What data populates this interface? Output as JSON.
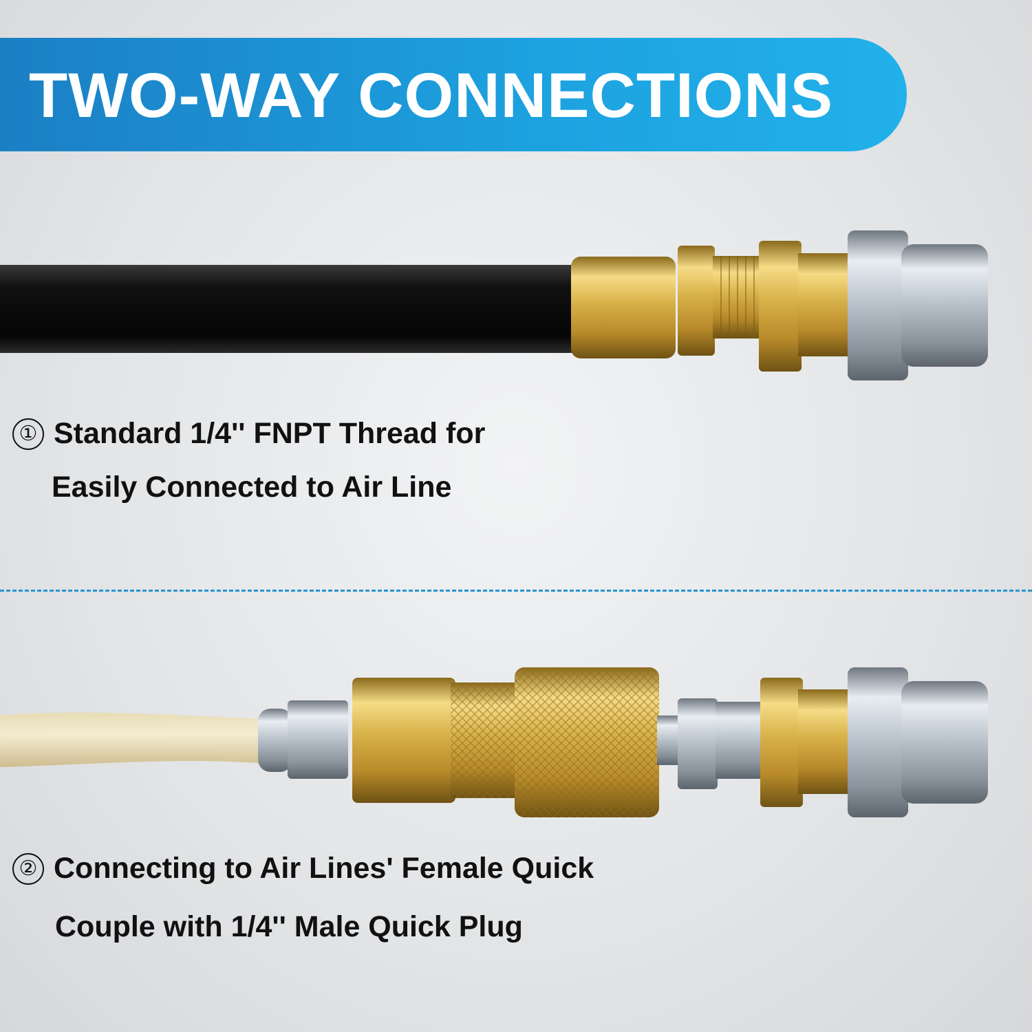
{
  "banner": {
    "title": "TWO-WAY CONNECTIONS",
    "color": "#1da2e0"
  },
  "features": [
    {
      "number": "①",
      "line1": "Standard 1/4'' FNPT Thread for",
      "line2": "Easily Connected to Air Line"
    },
    {
      "number": "②",
      "line1": "Connecting to Air Lines' Female Quick",
      "line2": "Couple with 1/4'' Male Quick Plug"
    }
  ]
}
